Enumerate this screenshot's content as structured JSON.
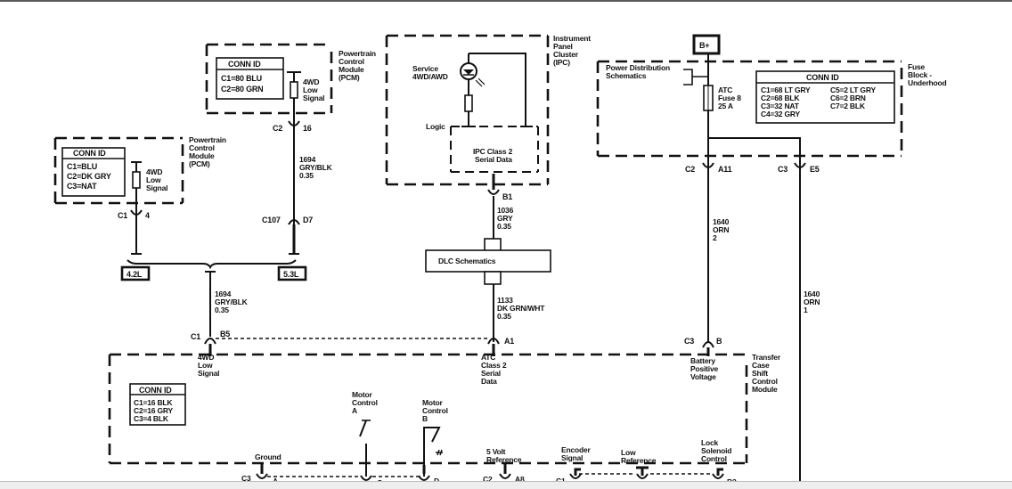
{
  "diagram": {
    "title": "Transfer Case Shift Control Module wiring schematic",
    "pcm_top": {
      "label": [
        "Powertrain",
        "Control",
        "Module",
        "(PCM)"
      ],
      "conn_id_title": "CONN ID",
      "conn_ids": [
        "C1=80 BLU",
        "C2=80 GRN"
      ],
      "signal": [
        "4WD",
        "Low",
        "Signal"
      ],
      "connector": {
        "name": "C2",
        "pin": "16"
      }
    },
    "pcm_left": {
      "label": [
        "Powertrain",
        "Control",
        "Module",
        "(PCM)"
      ],
      "conn_id_title": "CONN ID",
      "conn_ids": [
        "C1=BLU",
        "C2=DK GRY",
        "C3=NAT"
      ],
      "signal": [
        "4WD",
        "Low",
        "Signal"
      ],
      "connector": {
        "name": "C1",
        "pin": "4"
      }
    },
    "wire_1694_top": [
      "1694",
      "GRY/BLK",
      "0.35"
    ],
    "c107": {
      "name": "C107",
      "pin": "D7"
    },
    "engine_42": "4.2L",
    "engine_53": "5.3L",
    "wire_1694_bottom": [
      "1694",
      "GRY/BLK",
      "0.35"
    ],
    "ipc": {
      "label": [
        "Instrument",
        "Panel",
        "Cluster",
        "(IPC)"
      ],
      "lamp": [
        "Service",
        "4WD/AWD"
      ],
      "logic": "Logic",
      "serial": [
        "IPC Class 2",
        "Serial Data"
      ],
      "connector": {
        "name": "",
        "pin": "B1"
      }
    },
    "wire_1036": [
      "1036",
      "GRY",
      "0.35"
    ],
    "dlc": "DLC Schematics",
    "wire_1133": [
      "1133",
      "DK GRN/WHT",
      "0.35"
    ],
    "fuse_block": {
      "battery": "B+",
      "power_dist": [
        "Power Distribution",
        "Schematics"
      ],
      "fuse": [
        "ATC",
        "Fuse 8",
        "25 A"
      ],
      "label": [
        "Fuse",
        "Block -",
        "Underhood"
      ],
      "conn_id_title": "CONN ID",
      "conn_ids_col1": [
        "C1=68 LT GRY",
        "C2=68 BLK",
        "C3=32 NAT",
        "C4=32 GRY"
      ],
      "conn_ids_col2": [
        "C5=2 LT GRY",
        "C6=2 BRN",
        "C7=2 BLK"
      ],
      "conn_a": {
        "name": "C2",
        "pin": "A11"
      },
      "conn_b": {
        "name": "C3",
        "pin": "E5"
      }
    },
    "wire_1640_2": [
      "1640",
      "ORN",
      "2"
    ],
    "wire_1640_1": [
      "1640",
      "ORN",
      "1"
    ],
    "tcscm": {
      "label": [
        "Transfer",
        "Case",
        "Shift",
        "Control",
        "Module"
      ],
      "conn_id_title": "CONN ID",
      "conn_ids": [
        "C1=16 BLK",
        "C2=16 GRY",
        "C3=4 BLK"
      ],
      "pin_4wd": {
        "name": "C1",
        "pin": "B5",
        "label": [
          "4WD",
          "Low",
          "Signal"
        ]
      },
      "pin_atc": {
        "pin": "A1",
        "label": [
          "ATC",
          "Class 2",
          "Serial",
          "Data"
        ]
      },
      "pin_batt": {
        "name": "C3",
        "pin": "B",
        "label": [
          "Battery",
          "Positive",
          "Voltage"
        ]
      },
      "motor_a": [
        "Motor",
        "Control",
        "A"
      ],
      "motor_b": [
        "Motor",
        "Control",
        "B"
      ],
      "ground": "Ground",
      "ref5v": [
        "5 Volt",
        "Reference"
      ],
      "encoder": [
        "Encoder",
        "Signal"
      ],
      "low_ref": [
        "Low",
        "Reference"
      ],
      "lock_sol": [
        "Lock",
        "Solenoid",
        "Control"
      ],
      "bottom_pins": [
        {
          "name": "C3",
          "pin": "A"
        },
        {
          "name": "",
          "pin": "C"
        },
        {
          "name": "",
          "pin": "D"
        },
        {
          "name": "C2",
          "pin": "A8"
        },
        {
          "name": "C1",
          "pin": ""
        },
        {
          "name": "",
          "pin": ""
        },
        {
          "name": "",
          "pin": "B2"
        }
      ]
    }
  }
}
